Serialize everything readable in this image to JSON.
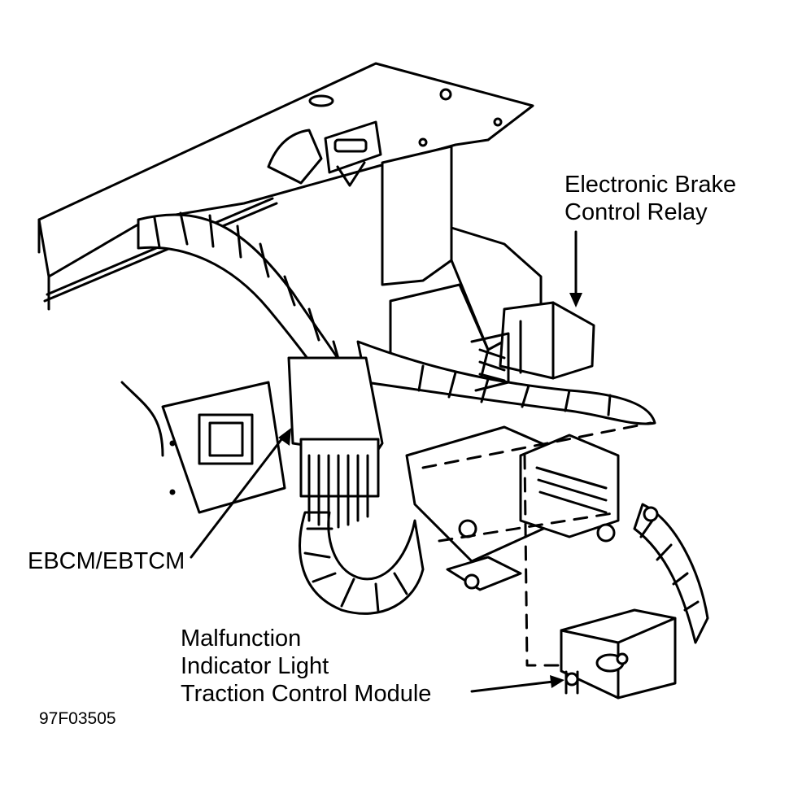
{
  "labels": {
    "relay_line1": "Electronic Brake",
    "relay_line2": "Control Relay",
    "ebcm": "EBCM/EBTCM",
    "mil_line1": "Malfunction",
    "mil_line2": "Indicator Light",
    "mil_line3": "Traction Control Module",
    "figure_id": "97F03505"
  },
  "colors": {
    "ink": "#000000",
    "background": "#ffffff"
  }
}
